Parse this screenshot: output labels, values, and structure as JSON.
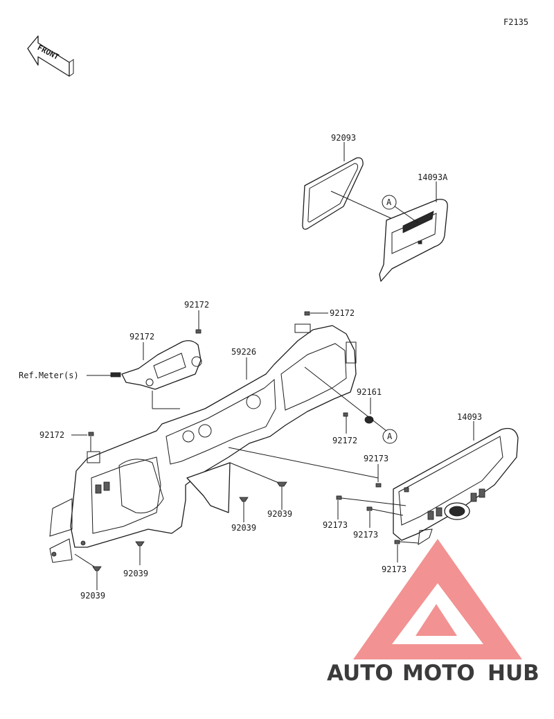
{
  "diagram": {
    "figure_code": "F2135",
    "front_label": "FRONT",
    "callouts": {
      "p92093": "92093",
      "p14093A": "14093A",
      "ref_a_top": "A",
      "ref_a_bottom": "A",
      "p92172_top": "92172",
      "p92172_right": "92172",
      "p92172_mid": "92172",
      "ref_meter": "Ref.Meter(s)",
      "p59226": "59226",
      "p92161": "92161",
      "p92172_low": "92172",
      "p92172_left": "92172",
      "p14093": "14093",
      "p92173_a": "92173",
      "p92173_b": "92173",
      "p92173_c": "92173",
      "p92173_d": "92173",
      "p92039_a": "92039",
      "p92039_b": "92039",
      "p92039_c": "92039",
      "p92039_d": "92039"
    }
  },
  "watermark": {
    "word_auto": "AUTO",
    "word_moto": "MOTO",
    "word_hub": "HUB",
    "color_orange": "#f5c36b",
    "color_red": "#f08080",
    "color_gray": "#7a7a7a"
  }
}
